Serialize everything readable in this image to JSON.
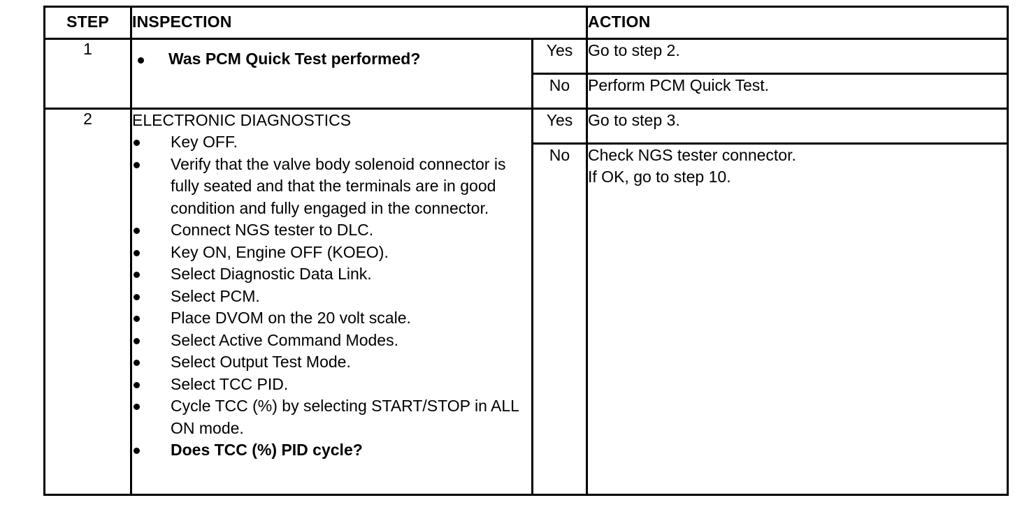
{
  "document": {
    "type": "diagnostic-procedure-table"
  },
  "table": {
    "headers": {
      "step": "STEP",
      "inspection": "INSPECTION",
      "action": "ACTION"
    },
    "rows": [
      {
        "step": "1",
        "inspection": {
          "lead": "",
          "bullets": [
            {
              "text": "Was PCM Quick Test performed?",
              "bold": true
            }
          ]
        },
        "results": [
          {
            "label": "Yes",
            "action": [
              "Go to step 2."
            ]
          },
          {
            "label": "No",
            "action": [
              "Perform PCM Quick Test."
            ]
          }
        ]
      },
      {
        "step": "2",
        "inspection": {
          "lead": "ELECTRONIC DIAGNOSTICS",
          "bullets": [
            {
              "text": "Key OFF.",
              "bold": false
            },
            {
              "text": "Verify that the valve body solenoid connector is fully seated and that the terminals are in good condition and fully engaged in the connector.",
              "bold": false
            },
            {
              "text": "Connect NGS tester to DLC.",
              "bold": false
            },
            {
              "text": "Key ON, Engine OFF (KOEO).",
              "bold": false
            },
            {
              "text": "Select Diagnostic Data Link.",
              "bold": false
            },
            {
              "text": "Select PCM.",
              "bold": false
            },
            {
              "text": "Place DVOM on the 20 volt scale.",
              "bold": false
            },
            {
              "text": "Select Active Command Modes.",
              "bold": false
            },
            {
              "text": "Select Output Test Mode.",
              "bold": false
            },
            {
              "text": "Select TCC PID.",
              "bold": false
            },
            {
              "text": "Cycle TCC (%) by selecting START/STOP in ALL ON mode.",
              "bold": false
            },
            {
              "text": "Does TCC (%) PID cycle?",
              "bold": true
            }
          ]
        },
        "results": [
          {
            "label": "Yes",
            "action": [
              "Go to step 3."
            ]
          },
          {
            "label": "No",
            "action": [
              "Check NGS tester connector.",
              "If OK, go to step 10."
            ]
          }
        ]
      }
    ]
  },
  "colors": {
    "ink": "#000000",
    "paper": "#ffffff"
  }
}
